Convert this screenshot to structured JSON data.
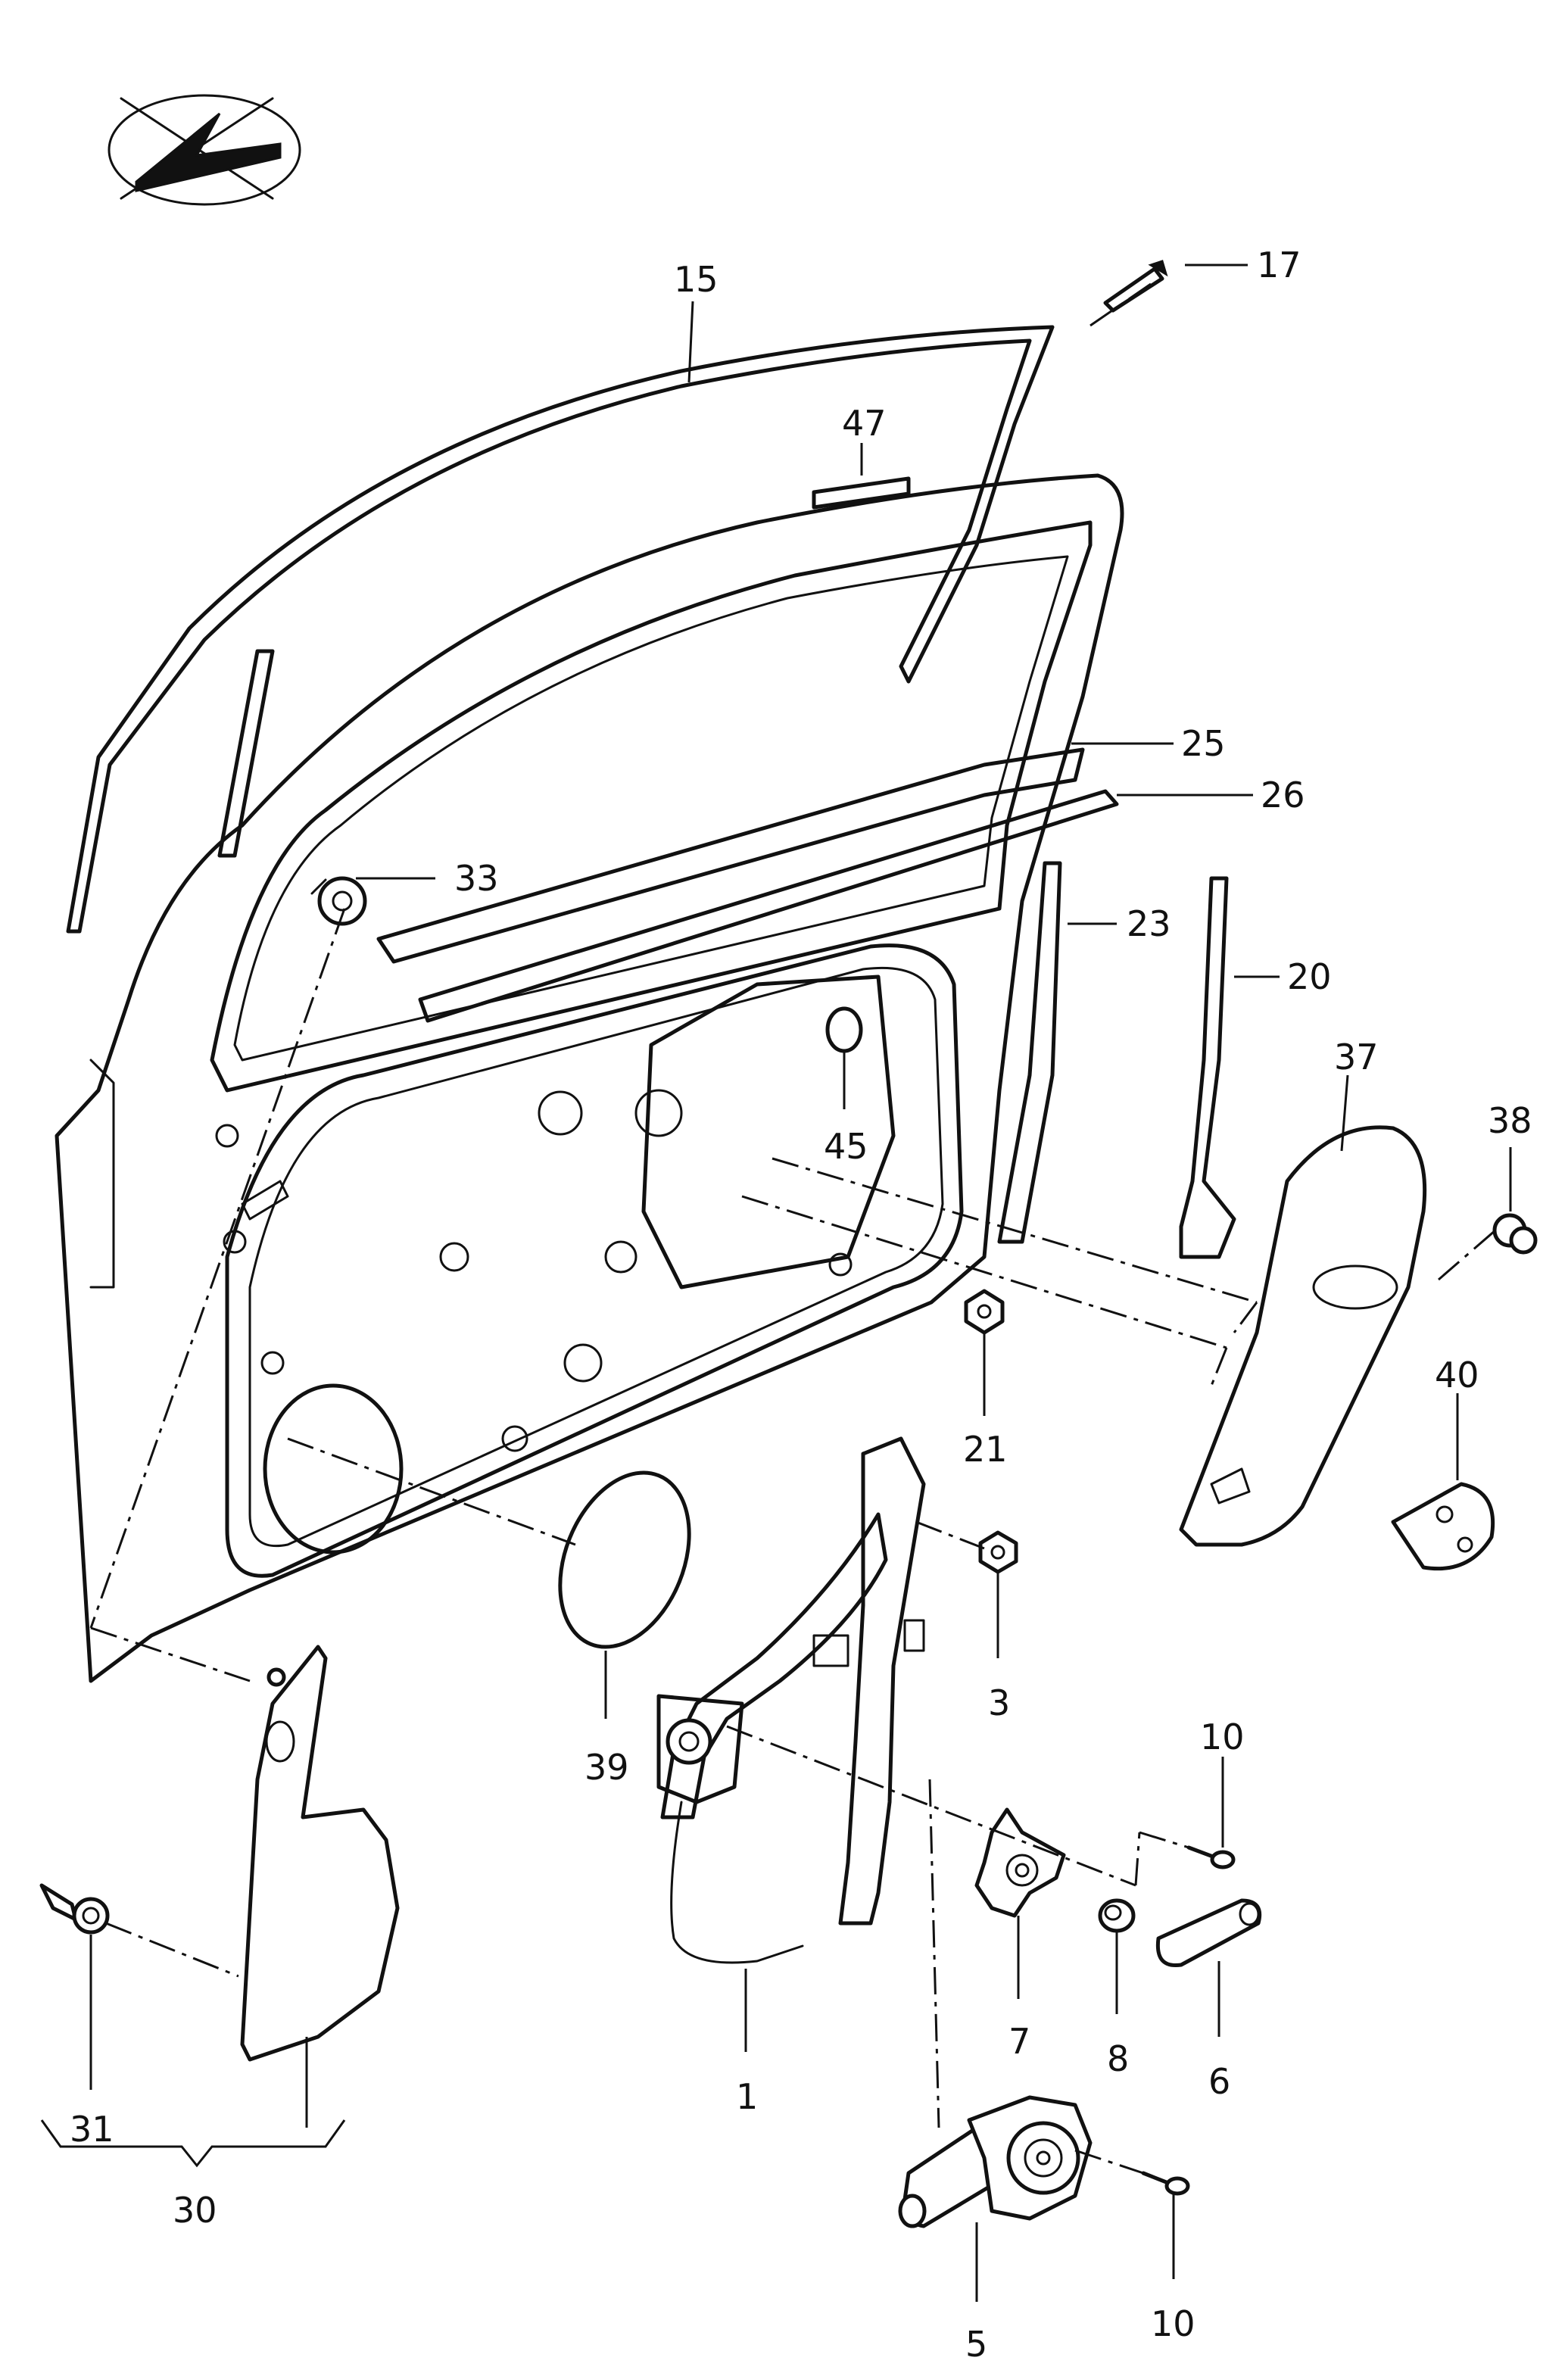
{
  "colors": {
    "line": "#111111",
    "background": "#ffffff"
  },
  "icons": {
    "corner_symbol": "crossed-out-wedge-icon"
  },
  "callouts": {
    "c15": "15",
    "c17": "17",
    "c47": "47",
    "c25": "25",
    "c26": "26",
    "c33": "33",
    "c23": "23",
    "c20": "20",
    "c45": "45",
    "c37": "37",
    "c38": "38",
    "c21": "21",
    "c40": "40",
    "c3": "3",
    "c39": "39",
    "c10a": "10",
    "c1": "1",
    "c7": "7",
    "c8": "8",
    "c6": "6",
    "c31": "31",
    "c30": "30",
    "c5": "5",
    "c10b": "10"
  }
}
